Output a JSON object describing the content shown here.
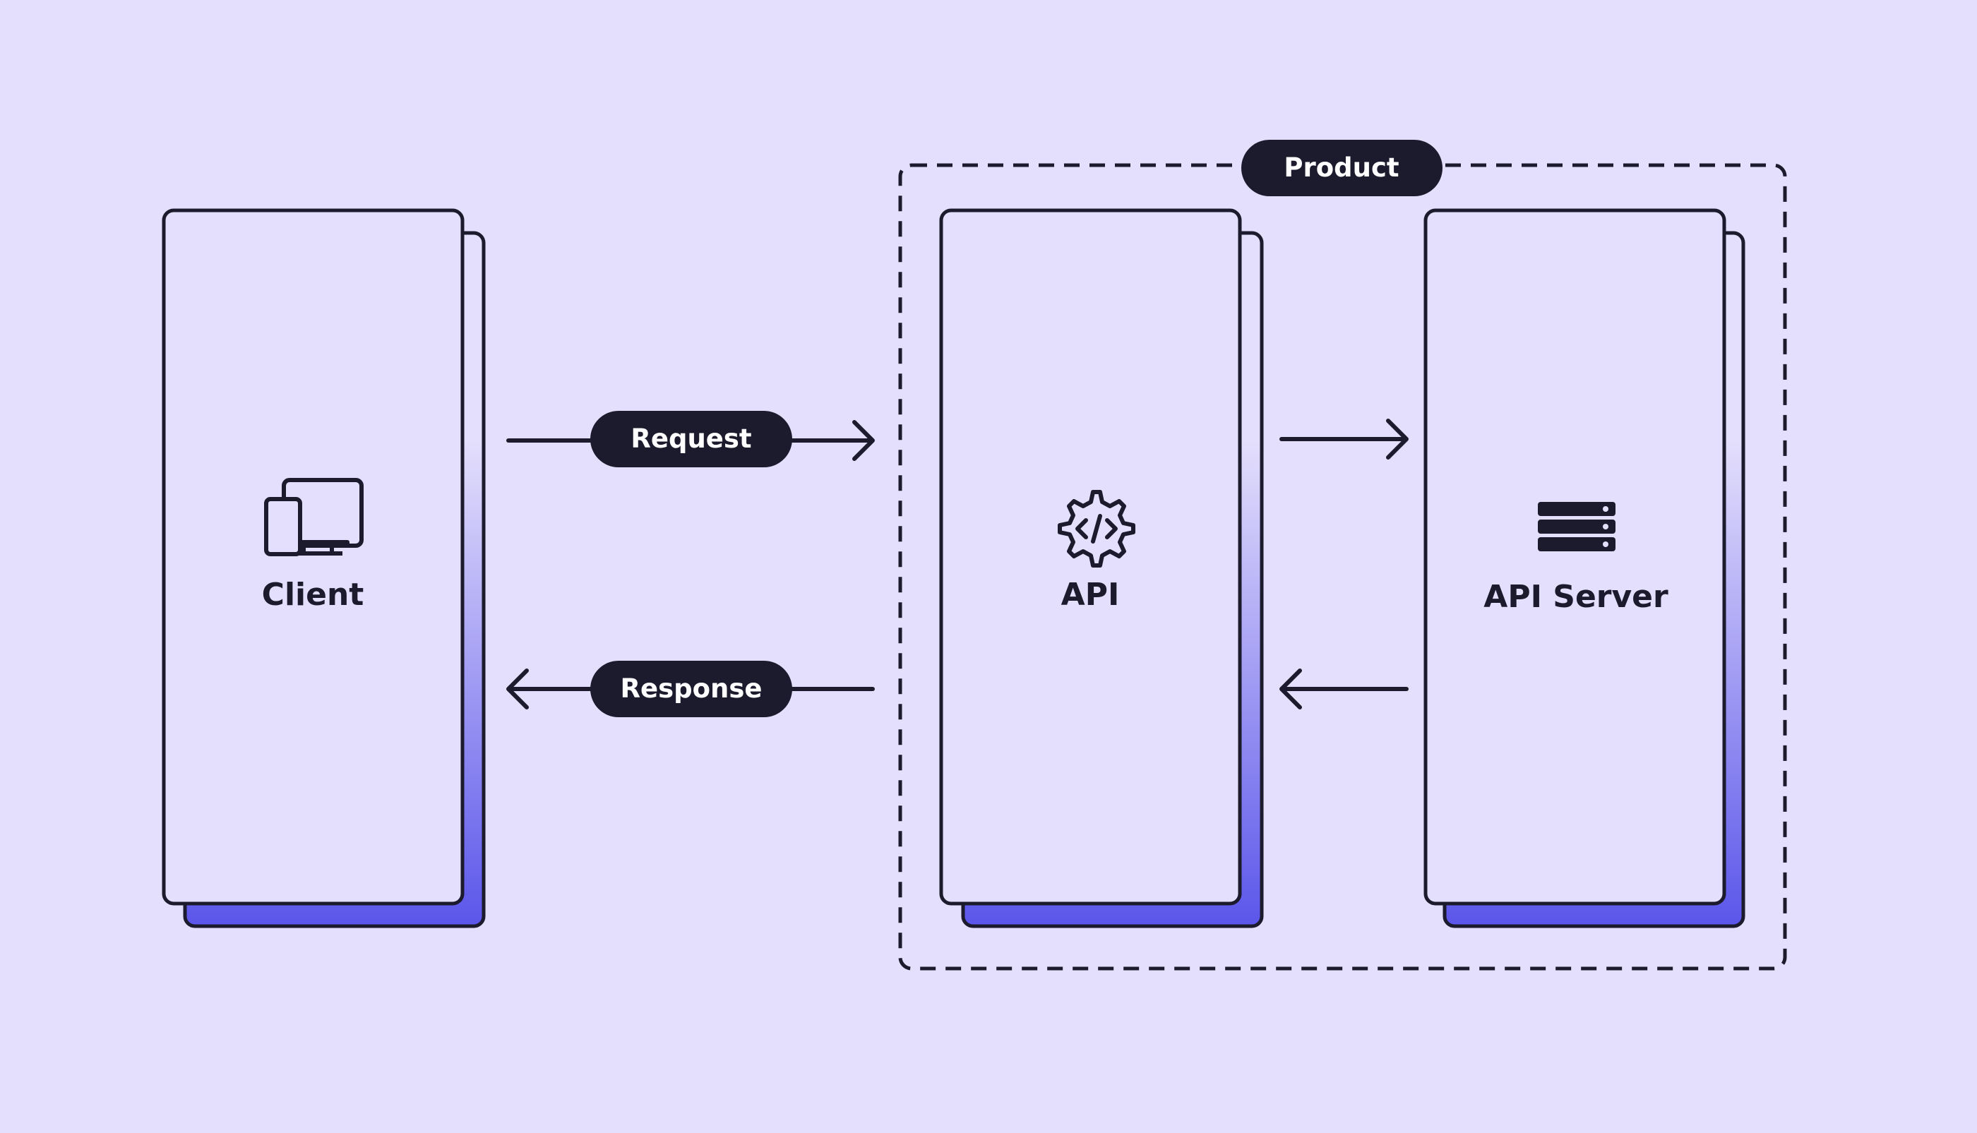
{
  "colors": {
    "background": "#e4dffc",
    "ink": "#1c1b2e",
    "card_fill": "#e4dffc",
    "shadow_top": "#e4dffc",
    "shadow_bottom": "#5b56ea",
    "pill_text": "#ffffff"
  },
  "group": {
    "label": "Product"
  },
  "nodes": {
    "client": {
      "label": "Client",
      "icon": "devices-icon"
    },
    "api": {
      "label": "API",
      "icon": "code-gear-icon"
    },
    "server": {
      "label": "API Server",
      "icon": "server-icon"
    }
  },
  "edges": {
    "request": {
      "label": "Request",
      "from": "Client",
      "to": "API"
    },
    "response": {
      "label": "Response",
      "from": "API",
      "to": "Client"
    },
    "api_to_server": {
      "label": "",
      "from": "API",
      "to": "API Server"
    },
    "server_to_api": {
      "label": "",
      "from": "API Server",
      "to": "API"
    }
  }
}
